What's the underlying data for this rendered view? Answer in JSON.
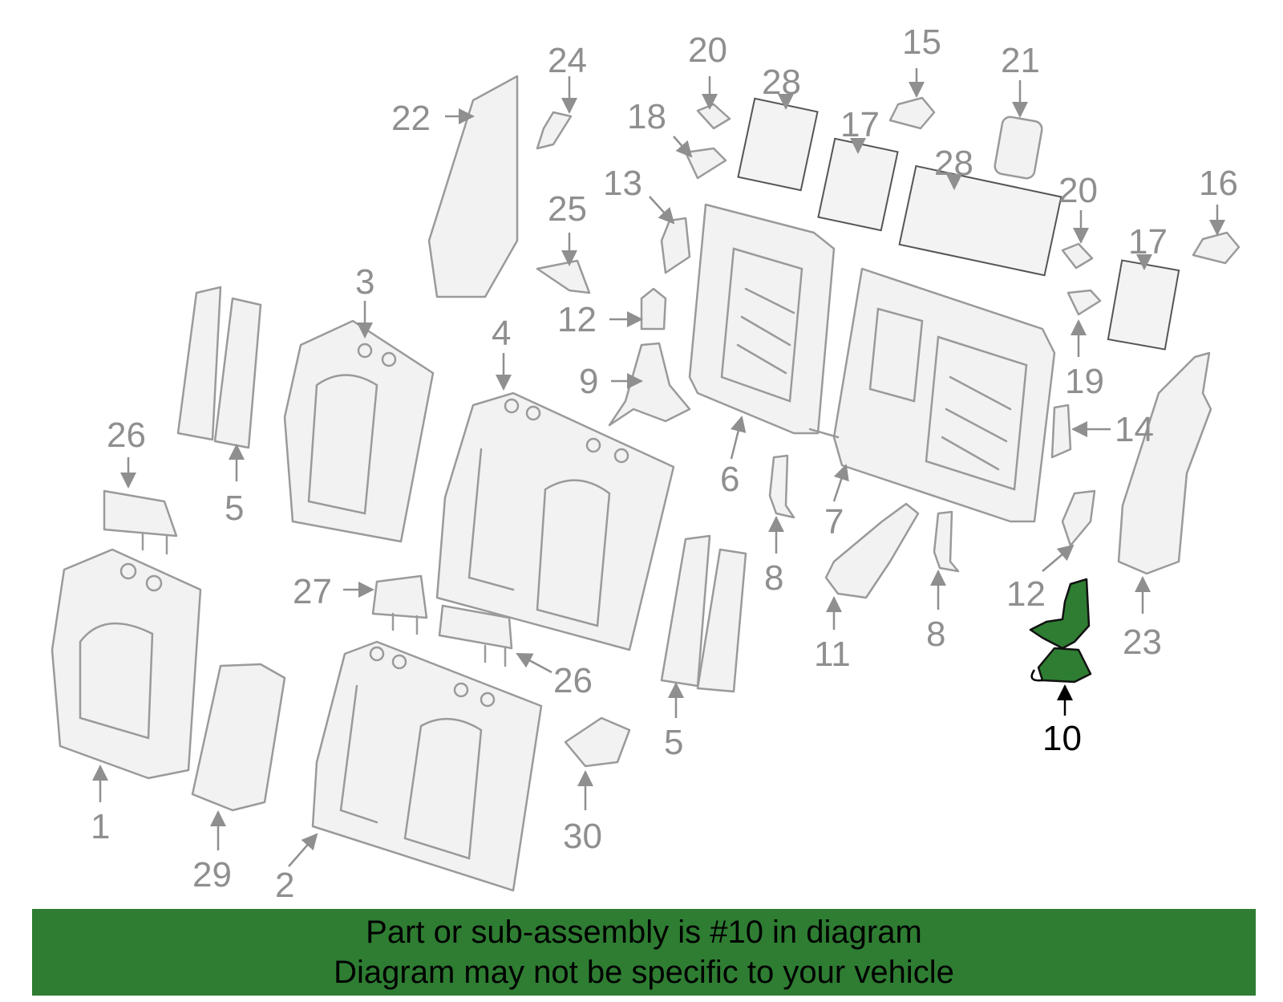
{
  "diagram": {
    "highlight": "10",
    "highlight_color": "#2e7d32",
    "part_color": "#9a9a9a",
    "labels": {
      "l1": "1",
      "l2": "2",
      "l3": "3",
      "l4": "4",
      "l5a": "5",
      "l5b": "5",
      "l6": "6",
      "l7": "7",
      "l8a": "8",
      "l8b": "8",
      "l9": "9",
      "l10": "10",
      "l11": "11",
      "l12a": "12",
      "l12b": "12",
      "l13": "13",
      "l14": "14",
      "l15": "15",
      "l16": "16",
      "l17a": "17",
      "l17b": "17",
      "l18": "18",
      "l19": "19",
      "l20a": "20",
      "l20b": "20",
      "l21": "21",
      "l22": "22",
      "l23": "23",
      "l24": "24",
      "l25": "25",
      "l26a": "26",
      "l26b": "26",
      "l27": "27",
      "l28a": "28",
      "l28b": "28",
      "l29": "29",
      "l30": "30"
    }
  },
  "banner": {
    "line1": "Part or sub-assembly is #10 in diagram",
    "line2": "Diagram may not be specific to your vehicle"
  }
}
